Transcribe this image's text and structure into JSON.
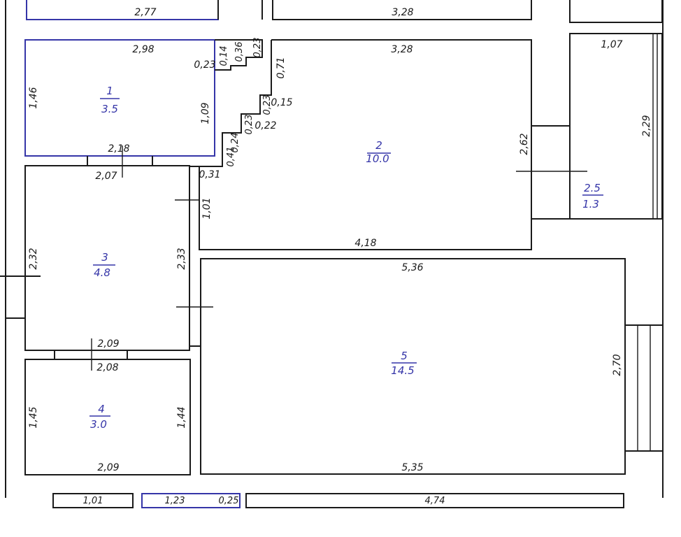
{
  "rooms": [
    {
      "id": "1",
      "area": "3.5",
      "color": "#3535a8"
    },
    {
      "id": "2",
      "area": "10.0",
      "color": "#3535a8"
    },
    {
      "id": "2.5",
      "area": "1.3",
      "color": "#3535a8"
    },
    {
      "id": "3",
      "area": "4.8",
      "color": "#3535a8"
    },
    {
      "id": "4",
      "area": "3.0",
      "color": "#3535a8"
    },
    {
      "id": "5",
      "area": "14.5",
      "color": "#3535a8"
    }
  ],
  "dims": {
    "top_cut_1": "2,77",
    "top_cut_2": "3,28",
    "r1_top": "2,98",
    "r1_left": "1,46",
    "r1_right": "1,09",
    "r1_bottom": "2,18",
    "step_a": "0,14",
    "step_b": "0,36",
    "step_c": "0,23",
    "step_d": "0,23",
    "r2_top": "3,28",
    "r2_left_top": "0,71",
    "step_e": "0,23",
    "step_f": "0,15",
    "step_g": "0,23",
    "step_h": "0,22",
    "step_i": "0,41",
    "step_j": "0,24",
    "r2_step_bottom": "0,31",
    "r2_left_bottom": "1,01",
    "r2_right": "2,62",
    "r2_bottom": "4,18",
    "r25_top": "1,07",
    "r25_right": "2,29",
    "r3_top": "2,07",
    "r3_left": "2,32",
    "r3_right": "2,33",
    "r3_bottom": "2,09",
    "r4_top": "2,08",
    "r4_left": "1,45",
    "r4_right": "1,44",
    "r4_bottom": "2,09",
    "r5_top": "5,36",
    "r5_right": "2,70",
    "r5_bottom": "5,35",
    "bot_cut_1": "1,01",
    "bot_cut_2": "1,23",
    "bot_cut_3": "0,25",
    "bot_cut_4": "4,74"
  }
}
